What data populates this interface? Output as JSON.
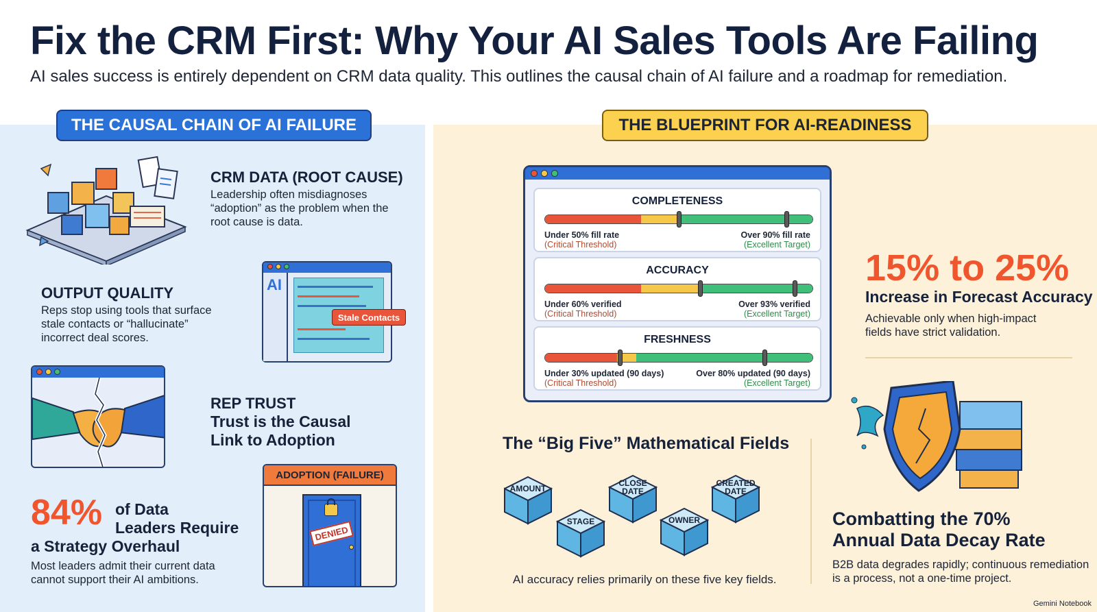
{
  "title": "Fix the CRM First: Why Your AI Sales Tools Are Failing",
  "subtitle": "AI sales success is entirely dependent on CRM data quality. This outlines the causal chain of AI failure and a roadmap for remediation.",
  "left": {
    "heading": "THE CAUSAL CHAIN OF AI FAILURE",
    "crm": {
      "title": "CRM DATA (ROOT CAUSE)",
      "body": "Leadership often misdiagnoses “adoption” as the problem when the root cause is data."
    },
    "output": {
      "title": "OUTPUT QUALITY",
      "body": "Reps stop using tools that surface stale contacts or “hallucinate” incorrect deal scores."
    },
    "ai_window": {
      "ai_label": "AI",
      "tag": "Stale Contacts"
    },
    "trust": {
      "title": "REP TRUST",
      "line1": "Trust is the Causal",
      "line2": "Link to Adoption"
    },
    "adoption": {
      "title": "ADOPTION (FAILURE)",
      "stamp": "DENIED"
    },
    "stat": {
      "value": "84%",
      "line1": "of Data",
      "line2": "Leaders Require",
      "line3": "a Strategy Overhaul",
      "body": "Most leaders admit their current data cannot support their AI ambitions."
    }
  },
  "right": {
    "heading": "THE BLUEPRINT FOR AI-READINESS",
    "metrics": [
      {
        "name": "COMPLETENESS",
        "low_label": "Under 50% fill rate",
        "low_note": "(Critical Threshold)",
        "high_label": "Over 90% fill rate",
        "high_note": "(Excellent Target)",
        "segments": [
          0.36,
          0.14,
          0.5
        ],
        "markers": [
          0.5,
          0.9
        ]
      },
      {
        "name": "ACCURACY",
        "low_label": "Under 60% verified",
        "low_note": "(Critical Threshold)",
        "high_label": "Over 93% verified",
        "high_note": "(Excellent Target)",
        "segments": [
          0.36,
          0.22,
          0.42
        ],
        "markers": [
          0.58,
          0.93
        ]
      },
      {
        "name": "FRESHNESS",
        "low_label": "Under 30% updated (90 days)",
        "low_note": "(Critical Threshold)",
        "high_label": "Over 80% updated (90 days)",
        "high_note": "(Excellent Target)",
        "segments": [
          0.27,
          0.07,
          0.66
        ],
        "markers": [
          0.28,
          0.82
        ]
      }
    ],
    "forecast": {
      "value": "15% to 25%",
      "title": "Increase in Forecast Accuracy",
      "body": "Achievable only when high-impact fields have strict validation."
    },
    "big_five": {
      "title": "The “Big Five” Mathematical Fields",
      "fields": [
        {
          "line1": "AMOUNT",
          "line2": ""
        },
        {
          "line1": "STAGE",
          "line2": ""
        },
        {
          "line1": "CLOSE",
          "line2": "DATE"
        },
        {
          "line1": "OWNER",
          "line2": ""
        },
        {
          "line1": "CREATED",
          "line2": "DATE"
        }
      ],
      "caption": "AI accuracy relies primarily on these five key fields."
    },
    "decay": {
      "line1": "Combatting the 70%",
      "line2": "Annual Data Decay Rate",
      "body": "B2B data degrades rapidly; continuous remediation is a process, not a one-time project."
    }
  },
  "colors": {
    "red": "#e9553a",
    "yellow": "#f6c84a",
    "green": "#3fbf7a",
    "teal": "#2fa89a",
    "accent": "#f0562e",
    "blue": "#2b72d8"
  },
  "credit": "Gemini Notebook"
}
